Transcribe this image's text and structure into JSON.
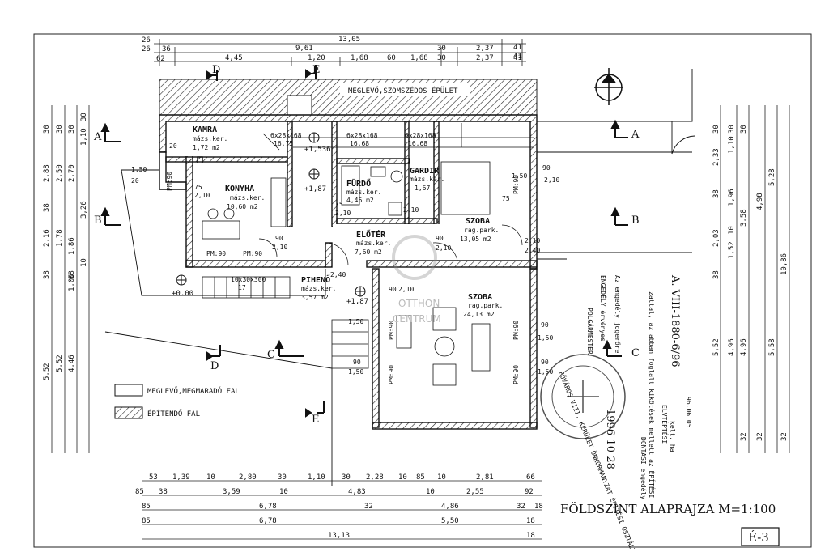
{
  "plan": {
    "title": "FÖLDSZINT ALAPRAJZA  M=1:100",
    "sheet": "É-3",
    "neighbor": "MEGLEVŐ,SZOMSZÉDOS ÉPÜLET"
  },
  "legend": {
    "existing": "MEGLEVŐ,MEGMARADÓ FAL",
    "new": "ÉPÍTENDŐ FAL"
  },
  "rooms": {
    "kamra": {
      "name": "KAMRA",
      "finish": "mázs.ker.",
      "area": "1,72 m2"
    },
    "konyha": {
      "name": "KONYHA",
      "finish": "mázs.ker.",
      "area": "10,60 m2"
    },
    "furdo": {
      "name": "FÜRDŐ",
      "finish": "mázs.ker.",
      "area": "4,46 m2"
    },
    "gardir": {
      "name": "GARDIR",
      "finish": "mázs.ker.",
      "area": "1,67"
    },
    "szoba1": {
      "name": "SZOBA",
      "finish": "rag.park.",
      "area": "13,05 m2"
    },
    "eloter": {
      "name": "ELŐTÉR",
      "finish": "mázs.ker.",
      "area": "7,60 m2"
    },
    "piheno": {
      "name": "PIHENŐ",
      "finish": "mázs.ker.",
      "area": "3,57 m2"
    },
    "szoba2": {
      "name": "SZOBA",
      "finish": "rag.park.",
      "area": "24,13 m2"
    }
  },
  "levels": [
    "+1,536",
    "+1,87",
    "+0.00",
    "+1,87"
  ],
  "sections": [
    "A",
    "A",
    "B",
    "B",
    "C",
    "C",
    "D",
    "D",
    "E",
    "E"
  ],
  "watermark": {
    "line1": "OTTHON",
    "line2": "CENTRUM"
  },
  "top_dims": {
    "row1": [
      "26",
      "13,05",
      "41"
    ],
    "row2": [
      "26",
      "36",
      "9,61",
      "30",
      "2,37",
      "41"
    ],
    "row3": [
      "62",
      "4,45",
      "1,20",
      "1,68",
      "60",
      "1,68",
      "30",
      "2,37",
      "41"
    ]
  },
  "bottom_dims": {
    "row1": [
      "53",
      "1,39",
      "10",
      "2,80",
      "30",
      "1,10",
      "30",
      "2,28",
      "10",
      "85",
      "10",
      "2,81",
      "66"
    ],
    "row2": [
      "85",
      "38",
      "3,59",
      "10",
      "4,83",
      "10",
      "2,55",
      "92"
    ],
    "row3": [
      "85",
      "6,78",
      "32",
      "4,86",
      "32",
      "18"
    ],
    "row4": [
      "85",
      "6,78",
      "5,50",
      "18"
    ],
    "row5": [
      "13,13",
      "18"
    ]
  },
  "left_dims": [
    "30",
    "2,88",
    "38",
    "2,16",
    "38",
    "5,52",
    "5,52",
    "30",
    "2,50",
    "1,78",
    "1,06",
    "4,46",
    "30",
    "2,70",
    "1,86",
    "38",
    "1,10",
    "3,26",
    "10",
    "30"
  ],
  "right_dims": [
    "30",
    "2,33",
    "38",
    "2,03",
    "38",
    "5,52",
    "30",
    "1,10",
    "1,96",
    "1,52",
    "10",
    "4,96",
    "30",
    "3,58",
    "4,96",
    "32",
    "4,98",
    "32",
    "5,28",
    "5,58",
    "10,86",
    "32"
  ],
  "stamp": {
    "ring": "FŐVÁROS VIII. KERÜLET ÖNKORMÁNYZAT ÉPÍTÉSI OSZTÁLY",
    "date": "1996-10-28",
    "number": "A. VIII-1880-6/96"
  },
  "stamp_texts": [
    "Az engedély jogerőre",
    "zattal, az abban foglalt kikötések mellett az ÉPÍTÉSI",
    "ENGEDÉLY érvényes",
    "ELVTÉPTÉSI",
    "DONTASI engedély",
    "kelt. ha",
    "96.06.05",
    "POLGÁRMESTER"
  ],
  "openings": [
    "PM:90",
    "PM:90",
    "PM:90",
    "PM:90",
    "PM:90",
    "PM:90",
    "PM:90",
    "PM:90"
  ],
  "misc": [
    "6x28x168",
    "16,75",
    "6x28x168",
    "16,68",
    "6x28x168",
    "16,68",
    "10x30x300",
    "17",
    "90",
    "2,10",
    "75",
    "2,10",
    "90",
    "2,10",
    "75",
    "2,10",
    "90",
    "2,10",
    "90",
    "2,10",
    "2,40",
    "75",
    "2,10",
    "2,10",
    "2,40",
    "1,50",
    "90",
    "1,50",
    "90",
    "1,50",
    "90",
    "1,50",
    "1,50",
    "1,50",
    "20",
    "20",
    "38"
  ]
}
